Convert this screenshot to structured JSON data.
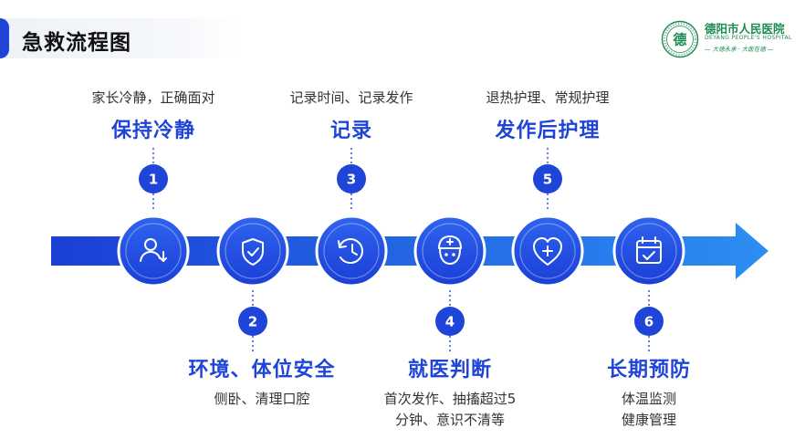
{
  "header": {
    "title": "急救流程图",
    "hospital_name_cn": "德阳市人民医院",
    "hospital_name_en": "DEYANG PEOPLE'S HOSPITAL",
    "hospital_motto": "— 大德永承 · 大医在德 —",
    "logo_char": "德"
  },
  "colors": {
    "accent": "#1f45d8",
    "arrow_start": "#1b3fd6",
    "arrow_end": "#2c8ef2",
    "hospital_green": "#1a8a52"
  },
  "steps": [
    {
      "number": "1",
      "heading": "保持冷静",
      "description": [
        "家长冷静，正确面对"
      ],
      "icon": "person-icon"
    },
    {
      "number": "2",
      "heading": "环境、体位安全",
      "description": [
        "侧卧、清理口腔"
      ],
      "icon": "shield-check-icon"
    },
    {
      "number": "3",
      "heading": "记录",
      "description": [
        "记录时间、记录发作"
      ],
      "icon": "clock-history-icon"
    },
    {
      "number": "4",
      "heading": "就医判断",
      "description": [
        "首次发作、抽搐超过5",
        "分钟、意识不清等"
      ],
      "icon": "doctor-icon"
    },
    {
      "number": "5",
      "heading": "发作后护理",
      "description": [
        "退热护理、常规护理"
      ],
      "icon": "heart-plus-icon"
    },
    {
      "number": "6",
      "heading": "长期预防",
      "description": [
        "体温监测",
        "健康管理"
      ],
      "icon": "calendar-check-icon"
    }
  ]
}
